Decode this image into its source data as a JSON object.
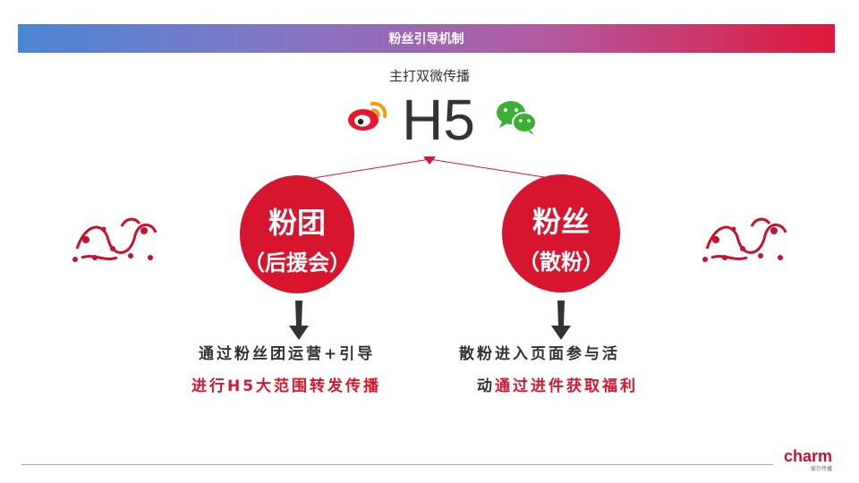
{
  "banner": {
    "title": "粉丝引导机制"
  },
  "top": {
    "subtitle": "主打双微传播",
    "h5": "H5"
  },
  "left_circle": {
    "title": "粉团",
    "subtitle": "（后援会）"
  },
  "right_circle": {
    "title": "粉丝",
    "subtitle": "（散粉）"
  },
  "left_desc": {
    "line1": "通过粉丝团运营+引导",
    "line2_red": "进行H5大范围转发传播"
  },
  "right_desc": {
    "line1_a": "散粉进入页面参与活",
    "line1_b": "动",
    "line2_red": "通过进件获取福利"
  },
  "logo": {
    "brand": "charm",
    "sub": "爱尔传播"
  },
  "colors": {
    "accent_red": "#d7152f",
    "banner_start": "#4a86d4",
    "banner_end": "#e0173a",
    "wechat_green": "#3cb034"
  },
  "icons": {
    "left_top": "weibo-icon",
    "right_top": "wechat-icon",
    "dragon": "dragon-papercut-icon"
  }
}
